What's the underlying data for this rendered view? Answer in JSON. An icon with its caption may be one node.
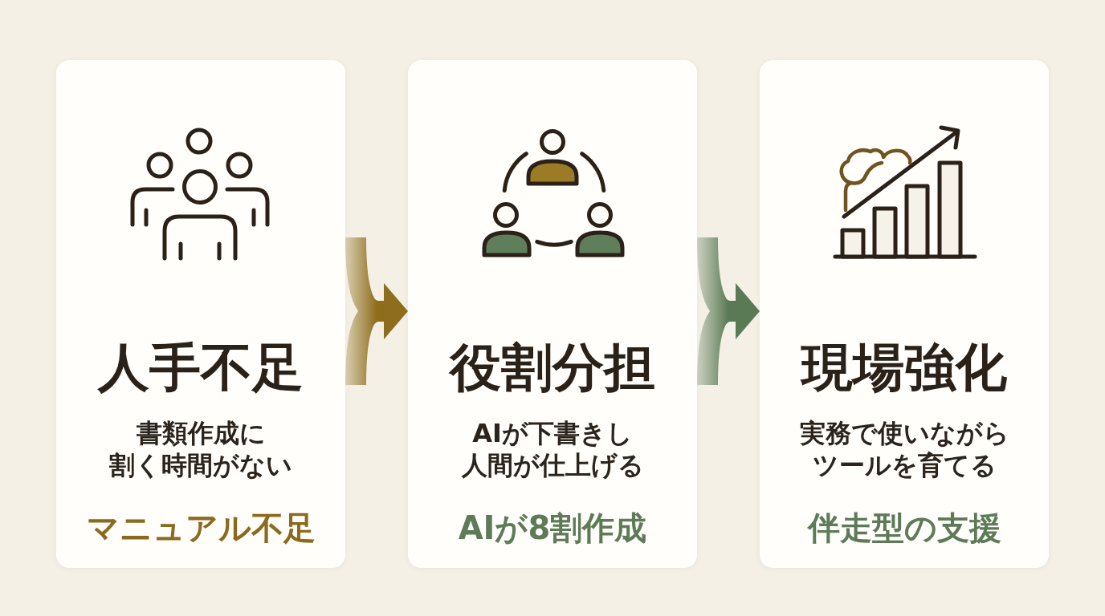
{
  "diagram": {
    "nodes": [
      {
        "text": [
          "人手不足",
          "書類作成に割く時間がない",
          "マニュアル不足"
        ]
      },
      {
        "text": [
          "役割分担",
          "AIが下書きし人間が仕上げる",
          "AIが8割作成"
        ]
      },
      {
        "text": [
          "現場強化",
          "実務で使いながらツールを育てる",
          "伴走型の支援"
        ]
      }
    ],
    "edges": [
      {
        "from": 0,
        "to": 1,
        "arrow": "to",
        "color": "#8e6d1c"
      },
      {
        "from": 1,
        "to": 2,
        "arrow": "to",
        "color": "#5a7a56"
      }
    ]
  }
}
